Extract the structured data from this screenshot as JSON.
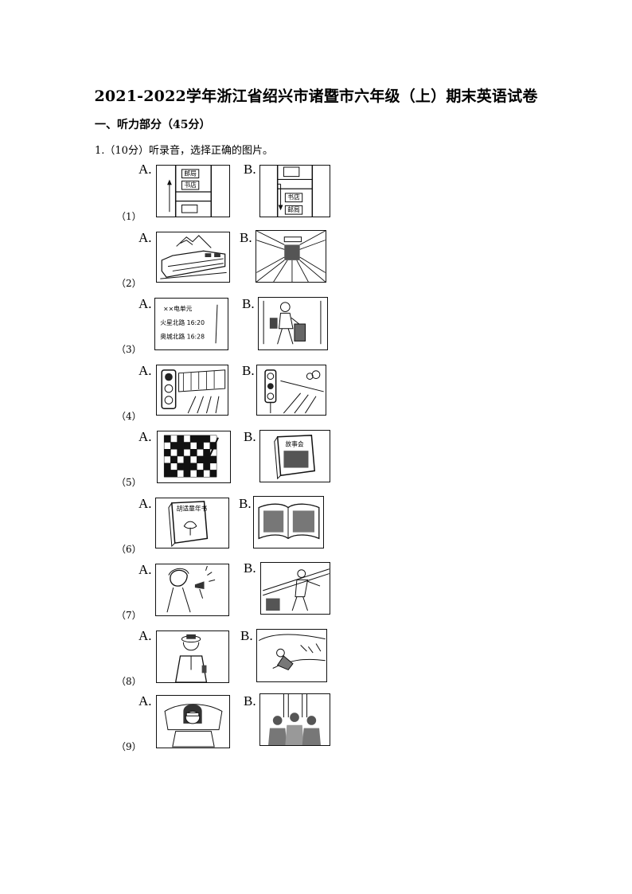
{
  "title": "2021-2022学年浙江省绍兴市诸暨市六年级（上）期末英语试卷",
  "section": "一、听力部分（45分）",
  "question": "1.（10分）听录音，选择正确的图片。",
  "option_a": "A.",
  "option_b": "B.",
  "items": [
    {
      "num": "（1）",
      "a_icon": "map-post-office-above-bookstore-icon",
      "b_icon": "map-bookstore-above-post-office-icon",
      "a_labels": [
        "邮局",
        "书店"
      ],
      "b_labels": [
        "书店",
        "邮局"
      ]
    },
    {
      "num": "（2）",
      "a_icon": "train-mountain-icon",
      "b_icon": "subway-station-icon"
    },
    {
      "num": "（3）",
      "a_icon": "train-ticket-icon",
      "b_icon": "traveler-suitcase-icon",
      "a_lines": [
        "××电单元",
        "火星北路  16:20",
        "奥城北路  16:28"
      ]
    },
    {
      "num": "（4）",
      "a_icon": "traffic-light-bus-icon",
      "b_icon": "traffic-light-bike-icon"
    },
    {
      "num": "（5）",
      "a_icon": "crossword-puzzle-icon",
      "b_icon": "story-book-icon",
      "b_label": "故事会"
    },
    {
      "num": "（6）",
      "a_icon": "fairy-tale-book-icon",
      "b_icon": "open-book-icon",
      "a_label": "胡适童年书"
    },
    {
      "num": "（7）",
      "a_icon": "woman-hair-dryer-icon",
      "b_icon": "man-window-icon"
    },
    {
      "num": "（8）",
      "a_icon": "stewardess-icon",
      "b_icon": "person-hill-icon"
    },
    {
      "num": "（9）",
      "a_icon": "sick-girl-bed-icon",
      "b_icon": "people-crowd-icon"
    }
  ]
}
